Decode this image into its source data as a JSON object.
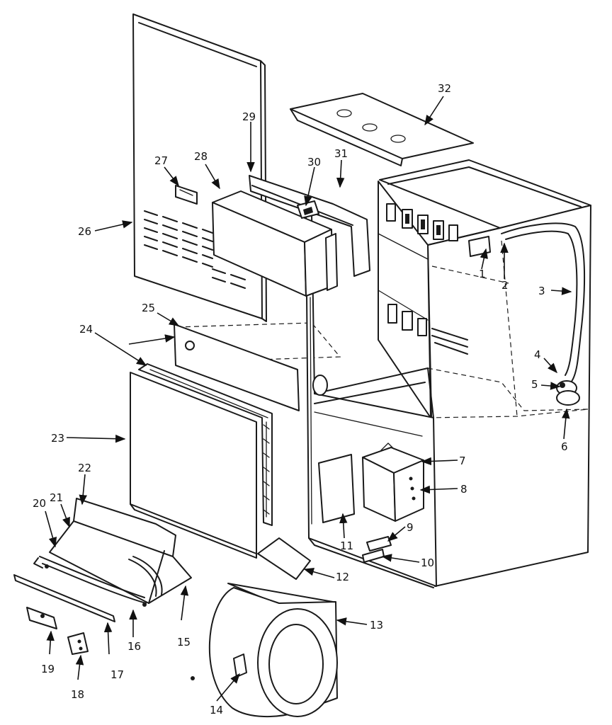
{
  "diagram": {
    "labels": {
      "p1": "1",
      "p2": "2",
      "p3": "3",
      "p4": "4",
      "p5": "5",
      "p6": "6",
      "p7": "7",
      "p8": "8",
      "p9": "9",
      "p10": "10",
      "p11": "11",
      "p12": "12",
      "p13": "13",
      "p14": "14",
      "p15": "15",
      "p16": "16",
      "p17": "17",
      "p18": "18",
      "p19": "19",
      "p20": "20",
      "p21": "21",
      "p22": "22",
      "p23": "23",
      "p24": "24",
      "p25": "25",
      "p26": "26",
      "p27": "27",
      "p28": "28",
      "p29": "29",
      "p30": "30",
      "p31": "31",
      "p32": "32"
    }
  }
}
